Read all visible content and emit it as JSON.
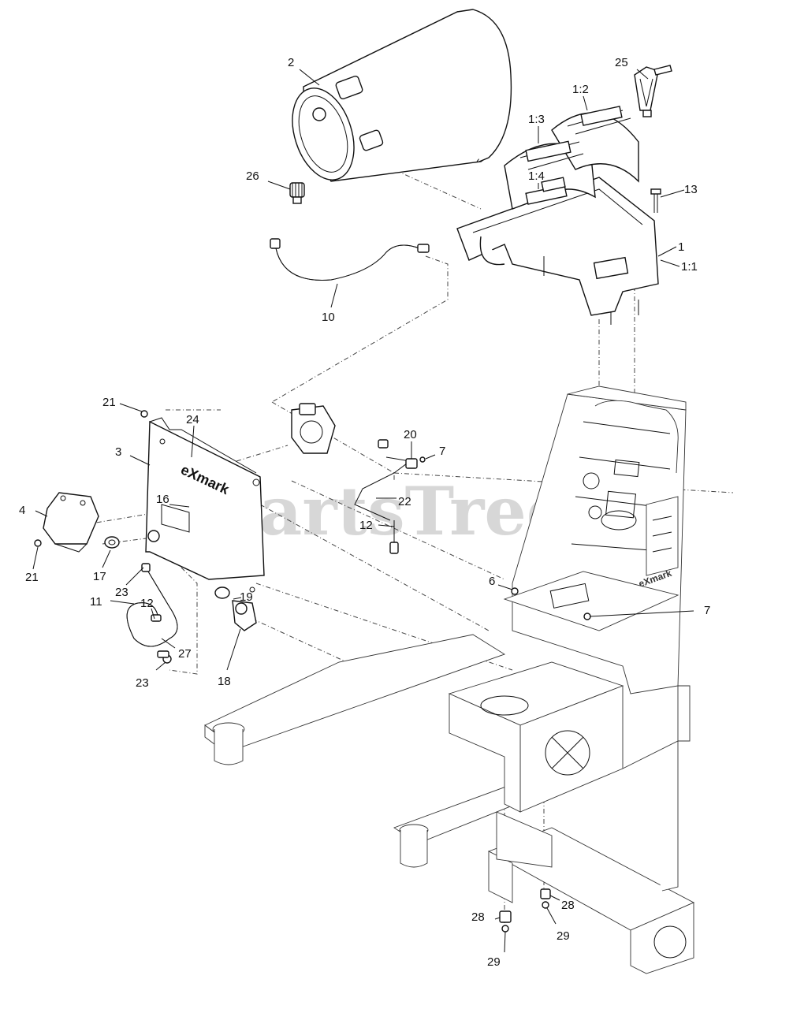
{
  "watermark": "PartsTree",
  "brand_mark": "eXmark",
  "callouts": [
    {
      "id": "c2",
      "text": "2"
    },
    {
      "id": "c25",
      "text": "25"
    },
    {
      "id": "c1_2",
      "text": "1:2"
    },
    {
      "id": "c1_3",
      "text": "1:3"
    },
    {
      "id": "c26",
      "text": "26"
    },
    {
      "id": "c1_4",
      "text": "1:4"
    },
    {
      "id": "c13",
      "text": "13"
    },
    {
      "id": "c1",
      "text": "1"
    },
    {
      "id": "c1_1",
      "text": "1:1"
    },
    {
      "id": "c10",
      "text": "10"
    },
    {
      "id": "c21a",
      "text": "21"
    },
    {
      "id": "c24",
      "text": "24"
    },
    {
      "id": "c20",
      "text": "20"
    },
    {
      "id": "c3",
      "text": "3"
    },
    {
      "id": "c7a",
      "text": "7"
    },
    {
      "id": "c16",
      "text": "16"
    },
    {
      "id": "c22",
      "text": "22"
    },
    {
      "id": "c4",
      "text": "4"
    },
    {
      "id": "c12a",
      "text": "12"
    },
    {
      "id": "c21b",
      "text": "21"
    },
    {
      "id": "c17",
      "text": "17"
    },
    {
      "id": "c23a",
      "text": "23"
    },
    {
      "id": "c6",
      "text": "6"
    },
    {
      "id": "c19",
      "text": "19"
    },
    {
      "id": "c12b",
      "text": "12"
    },
    {
      "id": "c7b",
      "text": "7"
    },
    {
      "id": "c11",
      "text": "11"
    },
    {
      "id": "c27",
      "text": "27"
    },
    {
      "id": "c23b",
      "text": "23"
    },
    {
      "id": "c18",
      "text": "18"
    },
    {
      "id": "c28a",
      "text": "28"
    },
    {
      "id": "c28b",
      "text": "28"
    },
    {
      "id": "c29a",
      "text": "29"
    },
    {
      "id": "c29b",
      "text": "29"
    }
  ]
}
